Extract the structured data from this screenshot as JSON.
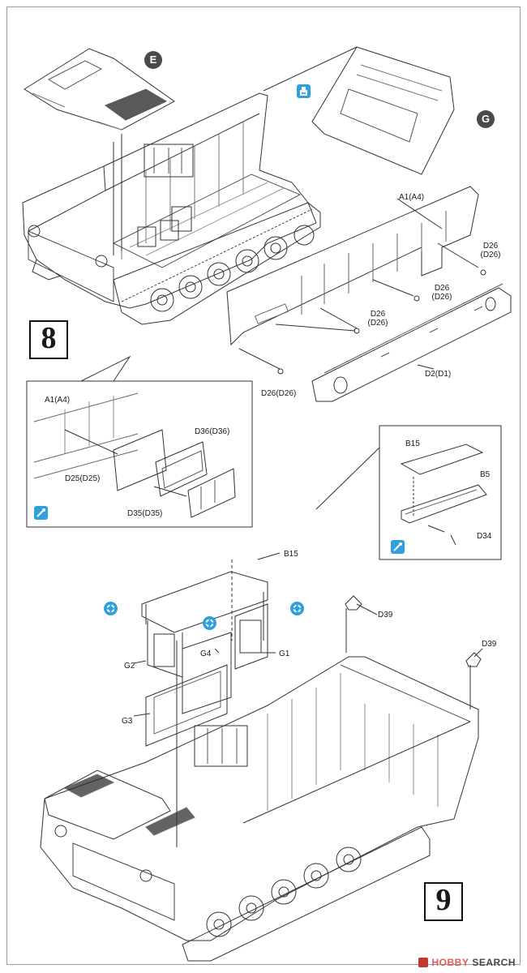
{
  "steps": {
    "step8": "8",
    "step9": "9"
  },
  "badges": {
    "e": "E",
    "g": "G"
  },
  "step8": {
    "labels": {
      "a1": "A1(A4)",
      "d26_a": "D26",
      "d26_a_alt": "(D26)",
      "d26_b": "D26",
      "d26_b_alt": "(D26)",
      "d26_c": "D26",
      "d26_c_alt": "(D26)",
      "d26_d": "D26(D26)",
      "d2": "D2(D1)"
    },
    "inset_left": {
      "a1": "A1(A4)",
      "d36": "D36(D36)",
      "d25": "D25(D25)",
      "d35": "D35(D35)"
    },
    "inset_right": {
      "b15": "B15",
      "b5": "B5",
      "d34": "D34"
    }
  },
  "step9": {
    "labels": {
      "b15": "B15",
      "d39_a": "D39",
      "d39_b": "D39",
      "g2": "G2",
      "g4": "G4",
      "g1": "G1",
      "g3": "G3"
    }
  },
  "watermark": {
    "brand": "HOBBY",
    "rest": "SEARCH"
  },
  "icons": [
    "glue-icon",
    "paint-icon",
    "option-icon"
  ],
  "colors": {
    "cue_blue": "#2fa0dc",
    "badge_gray": "#4a4a4a",
    "line": "#333333"
  }
}
